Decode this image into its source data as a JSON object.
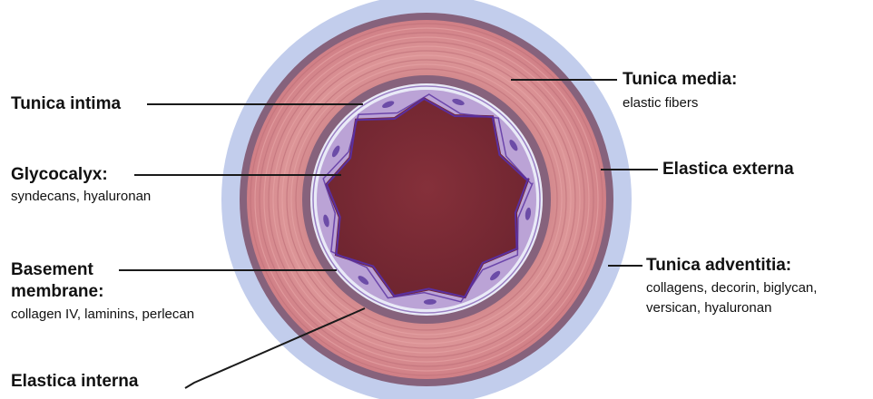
{
  "labels": {
    "tunica_intima": {
      "title": "Tunica intima"
    },
    "glycocalyx": {
      "title": "Glycocalyx:",
      "sub": "syndecans, hyaluronan"
    },
    "basement_membrane": {
      "title1": "Basement",
      "title2": "membrane:",
      "sub": "collagen IV, laminins, perlecan"
    },
    "elastica_interna": {
      "title": "Elastica interna"
    },
    "tunica_media": {
      "title": "Tunica media:",
      "sub": "elastic fibers"
    },
    "elastica_externa": {
      "title": "Elastica externa"
    },
    "tunica_adventitia": {
      "title": "Tunica adventitia:",
      "sub1": "collagens, decorin, biglycan,",
      "sub2": "versican, hyaluronan"
    }
  },
  "colors": {
    "adventitia": "#c2cdec",
    "externa": "#86627c",
    "media": "#d78a8d",
    "interna": "#86627c",
    "basement": "#e9eaf7",
    "endothelium": "#bba3d6",
    "nucleus": "#6c4ca7",
    "glycocalyx_line": "#5a2fa0",
    "lumen": "#7a2b33"
  }
}
